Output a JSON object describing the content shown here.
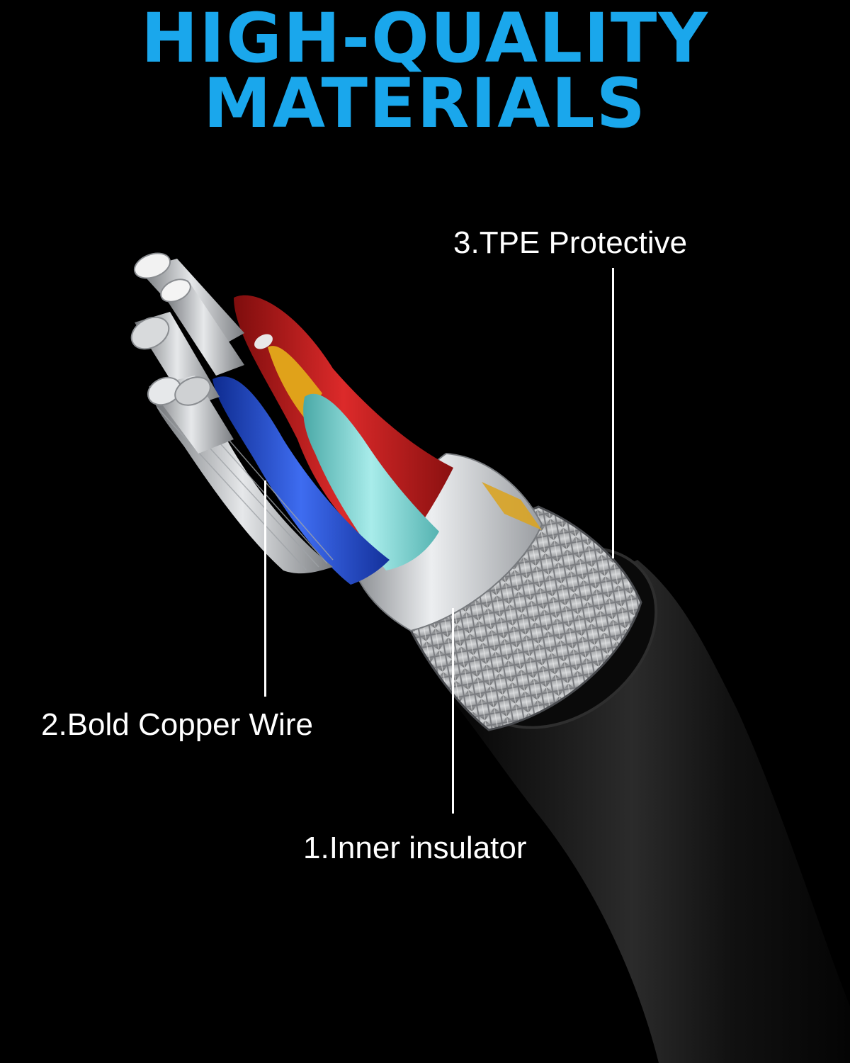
{
  "title": {
    "line1": "HIGH-QUALITY",
    "line2": "MATERIALS"
  },
  "labels": {
    "tpe": "3.TPE Protective",
    "copper": "2.Bold Copper Wire",
    "insulator": "1.Inner insulator"
  },
  "colors": {
    "background": "#000000",
    "title": "#1aa7ec",
    "label": "#ffffff",
    "wire_red": "#c81e1e",
    "wire_blue": "#1f4fd6",
    "wire_cyan": "#7fd9d6",
    "wire_gold": "#e0a21a",
    "foil_silver": "#c9ccd0",
    "jacket_black": "#141414"
  }
}
